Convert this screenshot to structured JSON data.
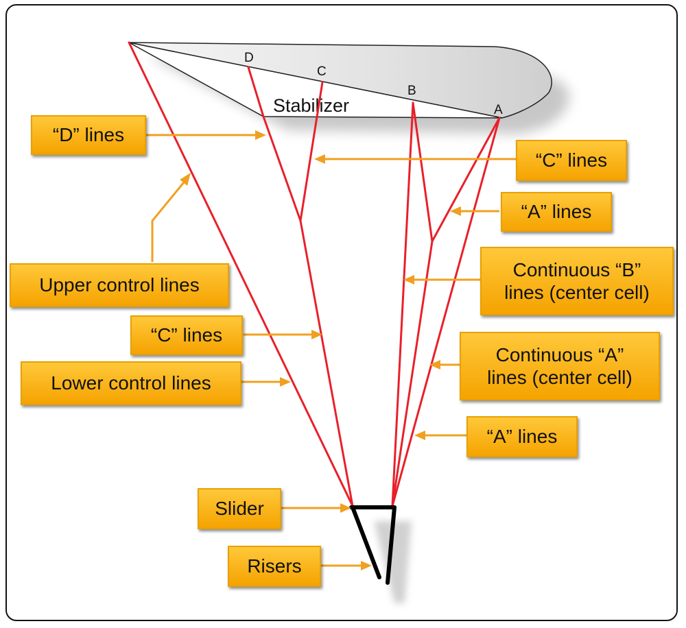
{
  "wing": {
    "letters": [
      "D",
      "C",
      "B",
      "A"
    ],
    "stabilizer_label": "Stabilizer"
  },
  "labels": {
    "d_lines": "“D” lines",
    "c_lines_right": "“C” lines",
    "a_lines_upper": "“A” lines",
    "continuous_b_line1": "Continuous “B”",
    "continuous_b_line2": "lines (center cell)",
    "upper_control_lines": "Upper control lines",
    "c_lines_left": "“C” lines",
    "continuous_a_line1": "Continuous “A”",
    "continuous_a_line2": "lines (center cell)",
    "lower_control_lines": "Lower control lines",
    "a_lines_lower": "“A” lines",
    "slider": "Slider",
    "risers": "Risers"
  },
  "colors": {
    "line_red": "#e8202a",
    "arrow_orange": "#f0a020",
    "box_fill": "#f7b21c",
    "riser_black": "#000000"
  }
}
